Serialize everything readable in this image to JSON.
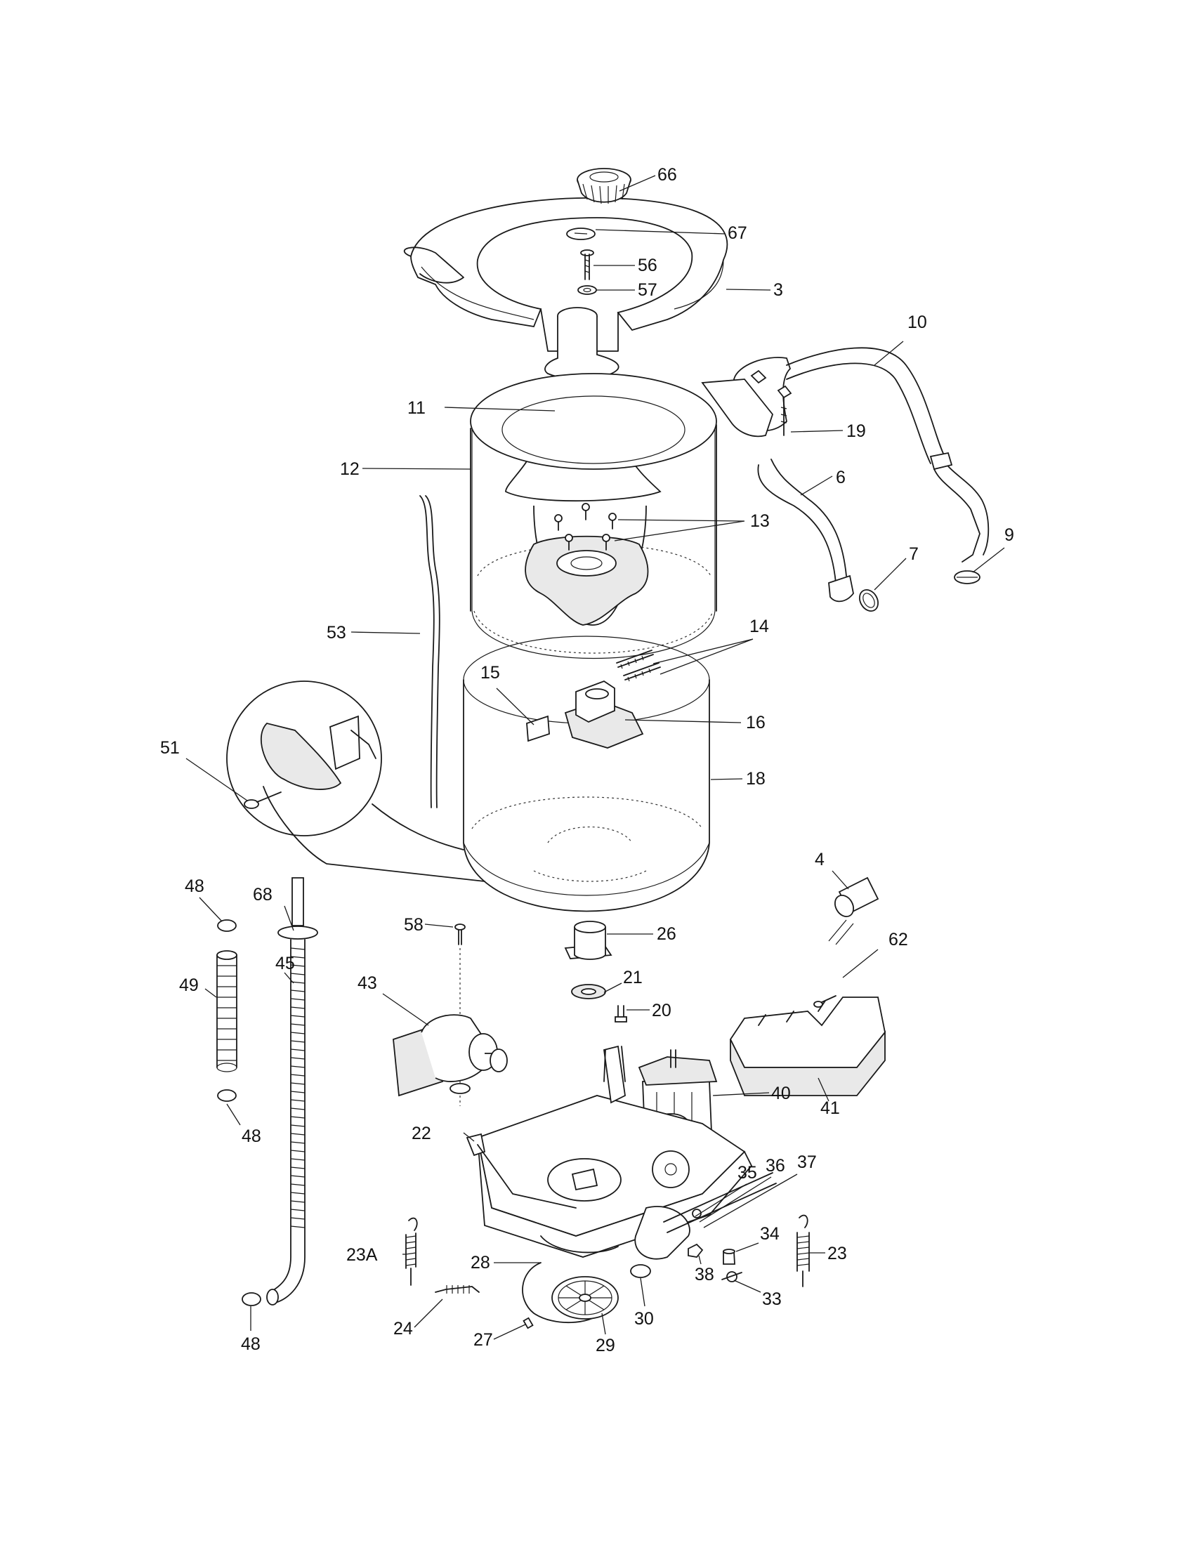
{
  "callouts": {
    "c66": "66",
    "c67": "67",
    "c56": "56",
    "c57": "57",
    "c3": "3",
    "c10": "10",
    "c11": "11",
    "c19": "19",
    "c12": "12",
    "c6": "6",
    "c13": "13",
    "c9": "9",
    "c7": "7",
    "c53": "53",
    "c14": "14",
    "c15": "15",
    "c16": "16",
    "c51": "51",
    "c18": "18",
    "c4": "4",
    "c48a": "48",
    "c68": "68",
    "c58": "58",
    "c26": "26",
    "c62": "62",
    "c45": "45",
    "c49": "49",
    "c43": "43",
    "c21": "21",
    "c20": "20",
    "c40": "40",
    "c41": "41",
    "c48b": "48",
    "c22": "22",
    "c35": "35",
    "c36": "36",
    "c37": "37",
    "c34": "34",
    "c23a": "23A",
    "c28": "28",
    "c38": "38",
    "c23": "23",
    "c33": "33",
    "c30": "30",
    "c24": "24",
    "c27": "27",
    "c29": "29",
    "c48c": "48"
  }
}
